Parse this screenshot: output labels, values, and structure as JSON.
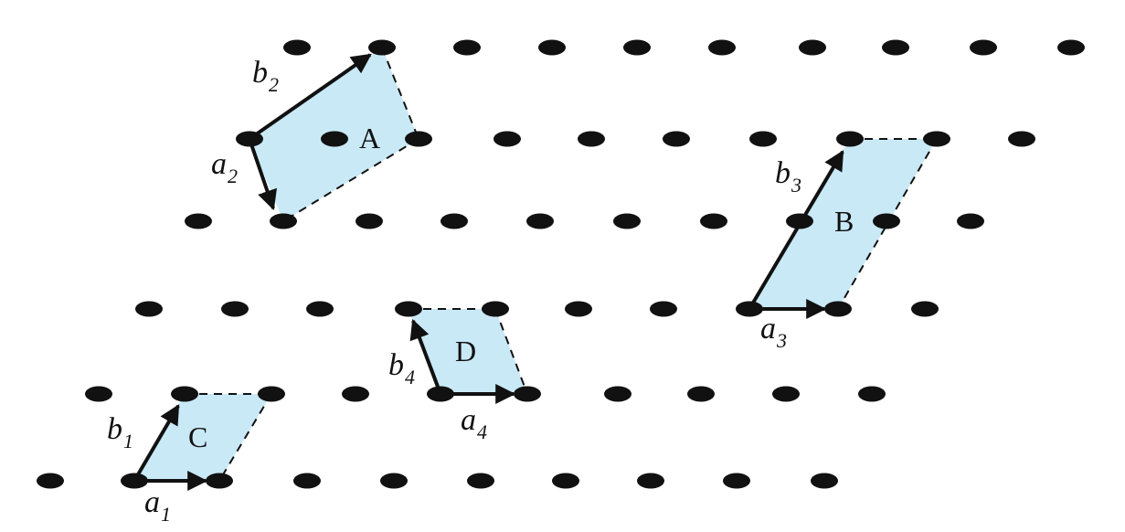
{
  "cells": [
    {
      "id": "A",
      "label": "A",
      "vec_a": {
        "base": "a",
        "sub": "2"
      },
      "vec_b": {
        "base": "b",
        "sub": "2"
      }
    },
    {
      "id": "B",
      "label": "B",
      "vec_a": {
        "base": "a",
        "sub": "3"
      },
      "vec_b": {
        "base": "b",
        "sub": "3"
      }
    },
    {
      "id": "C",
      "label": "C",
      "vec_a": {
        "base": "a",
        "sub": "1"
      },
      "vec_b": {
        "base": "b",
        "sub": "1"
      }
    },
    {
      "id": "D",
      "label": "D",
      "vec_a": {
        "base": "a",
        "sub": "4"
      },
      "vec_b": {
        "base": "b",
        "sub": "4"
      }
    }
  ],
  "colors": {
    "cell_fill": "#c9e9f7",
    "lattice_point": "#111111",
    "vector": "#111111",
    "text": "#111111"
  }
}
